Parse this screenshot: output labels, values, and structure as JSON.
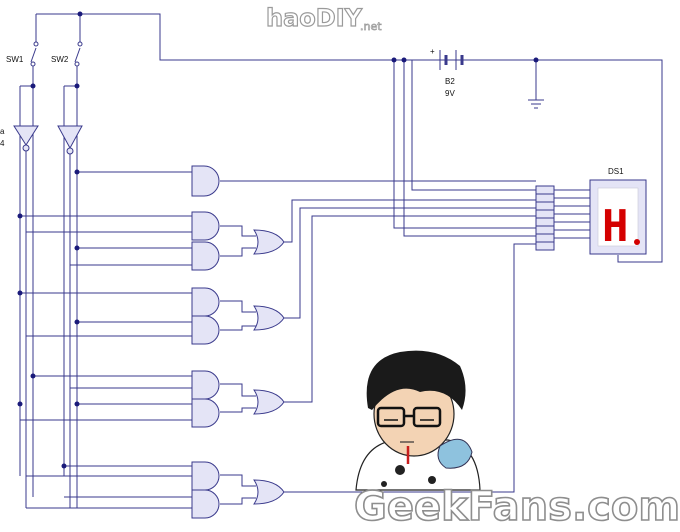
{
  "labels": {
    "sw1": "SW1",
    "sw2": "SW2",
    "battery": "B2",
    "voltage": "9V",
    "display": "DS1",
    "cut_left_a": "a",
    "cut_left_b": "4",
    "battery_plus": "+"
  },
  "display_digit": "H",
  "watermarks": {
    "top_brand": "haoDIY",
    "top_suffix": ".net",
    "bottom_brand": "GeekFans.com"
  },
  "colors": {
    "wire": "#3a3a8c",
    "gate_fill": "#e4e4f6",
    "gate_stroke": "#3a3a8c",
    "junction": "#1a1a7a",
    "segment_on": "#d40000"
  }
}
